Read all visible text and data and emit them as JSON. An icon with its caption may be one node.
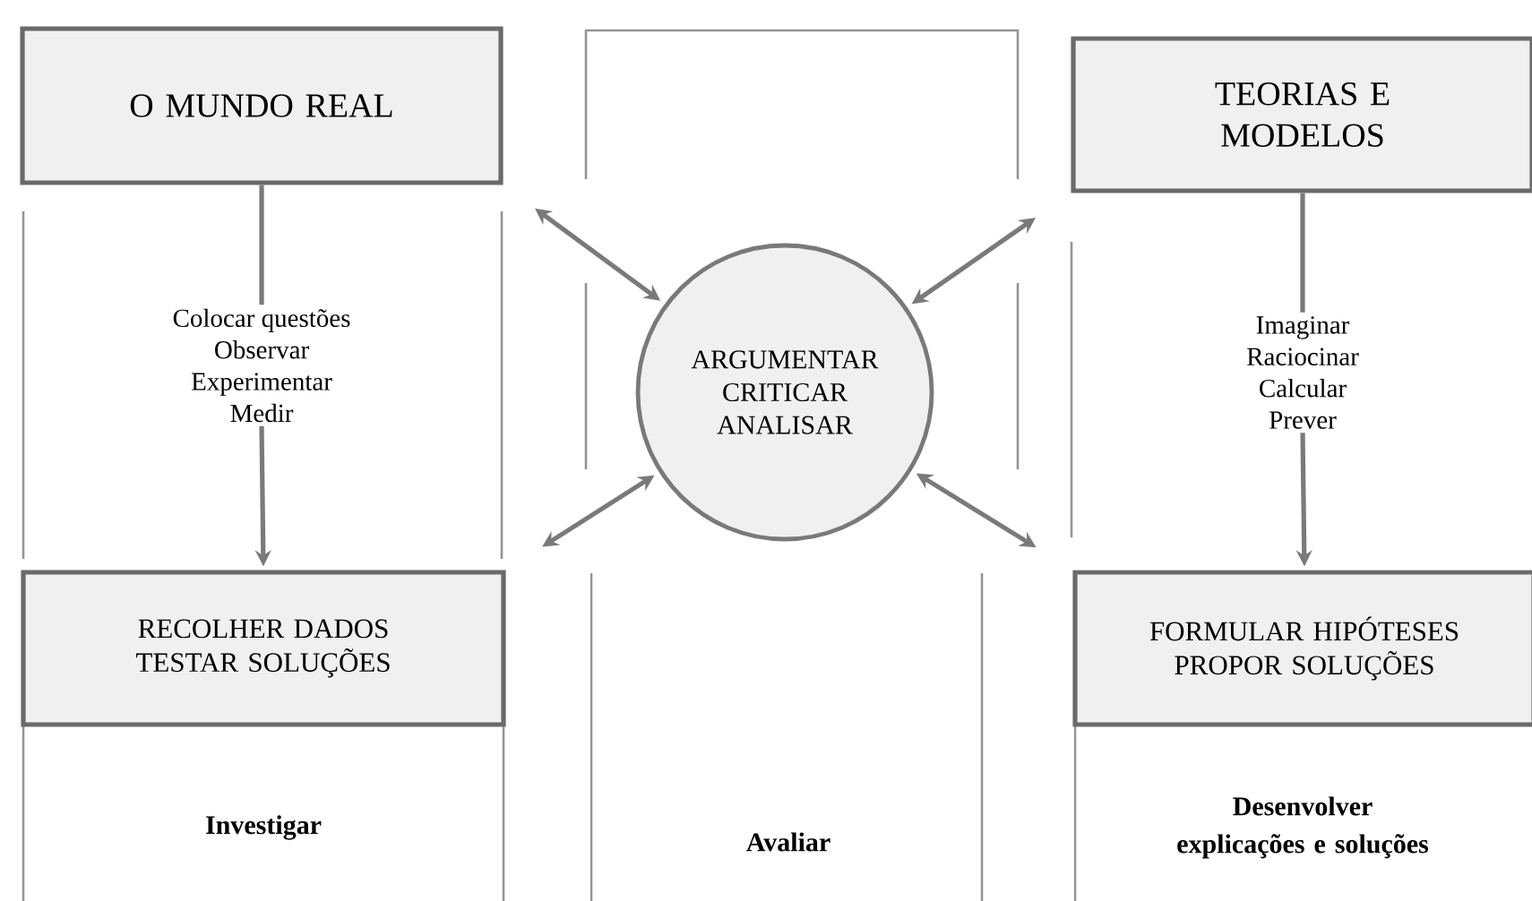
{
  "diagram": {
    "nodes": [
      {
        "text": [
          "O MUNDO REAL"
        ]
      },
      {
        "text": [
          "TEORIAS E MODELOS"
        ]
      },
      {
        "text": [
          "ARGUMENTAR",
          "CRITICAR",
          "ANALISAR"
        ]
      },
      {
        "text": [
          "RECOLHER DADOS",
          "TESTAR  SOLUÇÕES"
        ]
      },
      {
        "text": [
          "FORMULAR HIPÓTESES",
          "PROPOR SOLUÇÕES"
        ]
      },
      {
        "text": [
          "Colocar questões",
          "Observar",
          "Experimentar",
          "Medir"
        ]
      },
      {
        "text": [
          "Imaginar",
          "Raciocinar",
          "Calcular",
          "Prever"
        ]
      }
    ],
    "edges": [
      {
        "from": 0,
        "to": 5,
        "arrow": "none"
      },
      {
        "from": 5,
        "to": 3,
        "arrow": "to"
      },
      {
        "from": 1,
        "to": 6,
        "arrow": "none"
      },
      {
        "from": 6,
        "to": 4,
        "arrow": "to"
      },
      {
        "from": 0,
        "to": 2,
        "arrow": "both"
      },
      {
        "from": 1,
        "to": 2,
        "arrow": "both"
      },
      {
        "from": 3,
        "to": 2,
        "arrow": "both"
      },
      {
        "from": 4,
        "to": 2,
        "arrow": "both"
      }
    ],
    "labels": [
      "Investigar",
      "Avaliar",
      "Desenvolver explicações e soluções"
    ]
  }
}
